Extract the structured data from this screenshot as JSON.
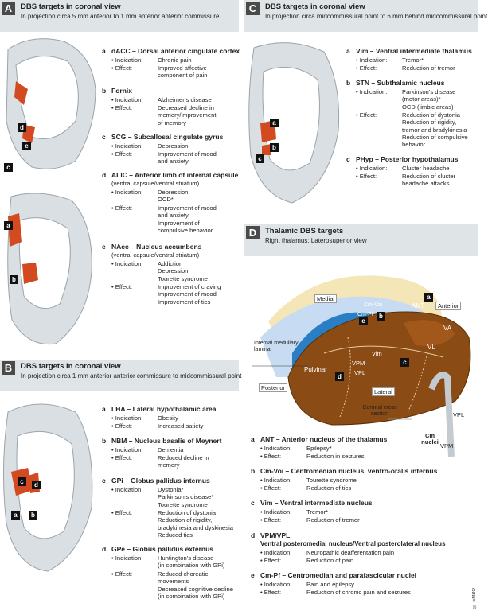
{
  "panelA": {
    "badge": "A",
    "title": "DBS targets in coronal view",
    "subtitle": "In projection circa 5 mm anterior to 1 mm anterior anterior commissure",
    "markers": [
      "d",
      "e",
      "c",
      "a",
      "b"
    ],
    "targets": [
      {
        "letter": "a",
        "title": "dACC – Dorsal anterior cingulate cortex",
        "sub": "",
        "indication": [
          "Chronic pain"
        ],
        "effect": [
          "Improved affective",
          "component of pain"
        ]
      },
      {
        "letter": "b",
        "title": "Fornix",
        "sub": "",
        "indication": [
          "Alzheimer’s disease"
        ],
        "effect": [
          "Decreased decline in",
          "memory/improvement",
          "of memory"
        ]
      },
      {
        "letter": "c",
        "title": "SCG – Subcallosal cingulate gyrus",
        "sub": "",
        "indication": [
          "Depression"
        ],
        "effect": [
          "Improvement of mood",
          "and anxiety"
        ]
      },
      {
        "letter": "d",
        "title": "ALIC – Anterior limb of internal capsule",
        "sub": "(ventral capsule/ventral striatum)",
        "indication": [
          "Depression",
          "OCD*"
        ],
        "effect": [
          "Improvement of mood",
          "and anxiety",
          "Improvement of",
          "compulsive behavior"
        ]
      },
      {
        "letter": "e",
        "title": "NAcc – Nucleus accumbens",
        "sub": "(ventral capsule/ventral striatum)",
        "indication": [
          "Addiction",
          "Depression",
          "Tourette syndrome"
        ],
        "effect": [
          "Improvement of craving",
          "Improvement of mood",
          "Improvement of tics"
        ]
      }
    ]
  },
  "panelB": {
    "badge": "B",
    "title": "DBS targets in coronal view",
    "subtitle": "In projection circa 1 mm anterior anterior commissure to midcommissural point",
    "markers": [
      "c",
      "d",
      "a",
      "b"
    ],
    "targets": [
      {
        "letter": "a",
        "title": "LHA – Lateral hypothalamic area",
        "sub": "",
        "indication": [
          "Obesity"
        ],
        "effect": [
          "Increased satiety"
        ]
      },
      {
        "letter": "b",
        "title": "NBM – Nucleus basalis of Meynert",
        "sub": "",
        "indication": [
          "Dementia"
        ],
        "effect": [
          "Reduced decline in",
          "memory"
        ]
      },
      {
        "letter": "c",
        "title": "GPi – Globus pallidus internus",
        "sub": "",
        "indication": [
          "Dystonia*",
          "Parkinson’s disease*",
          "Tourette syndrome"
        ],
        "effect": [
          "Reduction of dystonia",
          "Reduction of rigidity,",
          "bradykinesia and dyskinesia",
          "Reduced tics"
        ]
      },
      {
        "letter": "d",
        "title": "GPe – Globus pallidus externus",
        "sub": "",
        "indication": [
          "Huntington’s disease",
          "(in combination with GPi)"
        ],
        "effect": [
          "Reduced choreatic",
          "movements",
          "Decreased cognitive decline",
          "(in combination with GPi)"
        ]
      }
    ]
  },
  "panelC": {
    "badge": "C",
    "title": "DBS targets in coronal view",
    "subtitle": "In projection circa midcommissural point to 6 mm behind midcommissural point",
    "markers": [
      "a",
      "b",
      "c"
    ],
    "targets": [
      {
        "letter": "a",
        "title": "Vim – Ventral intermediate thalamus",
        "sub": "",
        "indication": [
          "Tremor*"
        ],
        "effect": [
          "Reduction of tremor"
        ]
      },
      {
        "letter": "b",
        "title": "STN – Subthalamic nucleus",
        "sub": "",
        "indication": [
          "Parkinson’s disease",
          "(motor areas)*",
          "OCD (limbic areas)"
        ],
        "effect": [
          "Reduction of dystonia",
          "Reduction of rigidity,",
          "tremor and bradykinesia",
          "Reduction of compulsive",
          "behavior"
        ]
      },
      {
        "letter": "c",
        "title": "PHyp – Posterior hypothalamus",
        "sub": "",
        "indication": [
          "Cluster headache"
        ],
        "effect": [
          "Reduction of cluster",
          "headache attacks"
        ]
      }
    ]
  },
  "panelD": {
    "badge": "D",
    "title": "Thalamic DBS targets",
    "subtitle": "Right thalamus: Laterosuperior view",
    "diagram_labels": {
      "medial": "Medial",
      "anterior": "Anterior",
      "posterior": "Posterior",
      "lateral": "Lateral",
      "ant": "ANT",
      "cmvoi": "Cm-Voi",
      "cmpf": "Cm-Pf",
      "va": "VA",
      "vl": "VL",
      "vim": "Vim",
      "vpm": "VPM",
      "vpl": "VPL",
      "pulvinar": "Pulvinar",
      "iml": "Internal medullary lamina",
      "coronal": "Coronal cross section",
      "inset_vpl": "VPL",
      "inset_cm": "Cm nuclei",
      "inset_vpm": "VPM"
    },
    "markers": [
      "a",
      "b",
      "e",
      "c",
      "d"
    ],
    "targets": [
      {
        "letter": "a",
        "title": "ANT – Anterior nucleus of the thalamus",
        "sub": "",
        "indication": [
          "Epilepsy*"
        ],
        "effect": [
          "Reduction in seizures"
        ]
      },
      {
        "letter": "b",
        "title": "Cm-Voi – Centromedian nucleus, ventro-oralis internus",
        "sub": "",
        "indication": [
          "Tourette syndrome"
        ],
        "effect": [
          "Reduction of tics"
        ]
      },
      {
        "letter": "c",
        "title": "Vim – Ventral intermediate nucleus",
        "sub": "",
        "indication": [
          "Tremor*"
        ],
        "effect": [
          "Reduction of tremor"
        ]
      },
      {
        "letter": "d",
        "title": "VPM/VPL",
        "sub": "Ventral posteromedial nucleus/Ventral posterolateral nucleus",
        "indication": [
          "Neuropathic deafferentation pain"
        ],
        "effect": [
          "Reduction of pain"
        ]
      },
      {
        "letter": "e",
        "title": "Cm-Pf – Centromedian and parafascicular nuclei",
        "sub": "",
        "indication": [
          "Pain and epilepsy"
        ],
        "effect": [
          "Reduction of chronic pain and seizures"
        ]
      }
    ]
  },
  "labels": {
    "indication": "• Indication:",
    "effect": "• Effect:"
  },
  "copyright": "© EMBO"
}
